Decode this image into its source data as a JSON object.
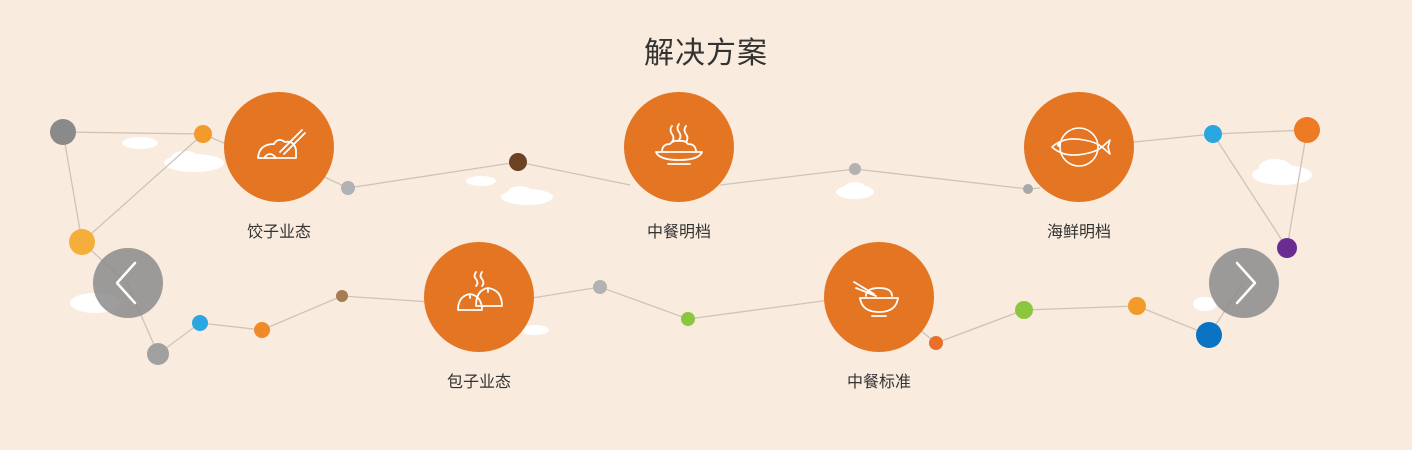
{
  "section": {
    "title": "解决方案"
  },
  "solutions": [
    {
      "label": "饺子业态",
      "icon": "dumplings-chopsticks-icon"
    },
    {
      "label": "中餐明档",
      "icon": "steaming-rice-plate-icon"
    },
    {
      "label": "海鲜明档",
      "icon": "fish-plate-icon"
    },
    {
      "label": "包子业态",
      "icon": "steamed-buns-icon"
    },
    {
      "label": "中餐标准",
      "icon": "rice-bowl-chopsticks-icon"
    }
  ],
  "nav": {
    "prev_icon": "chevron-left-icon",
    "next_icon": "chevron-right-icon"
  },
  "colors": {
    "background": "#f9ebde",
    "accent": "#e37523",
    "nav": "#8c8c8c"
  }
}
